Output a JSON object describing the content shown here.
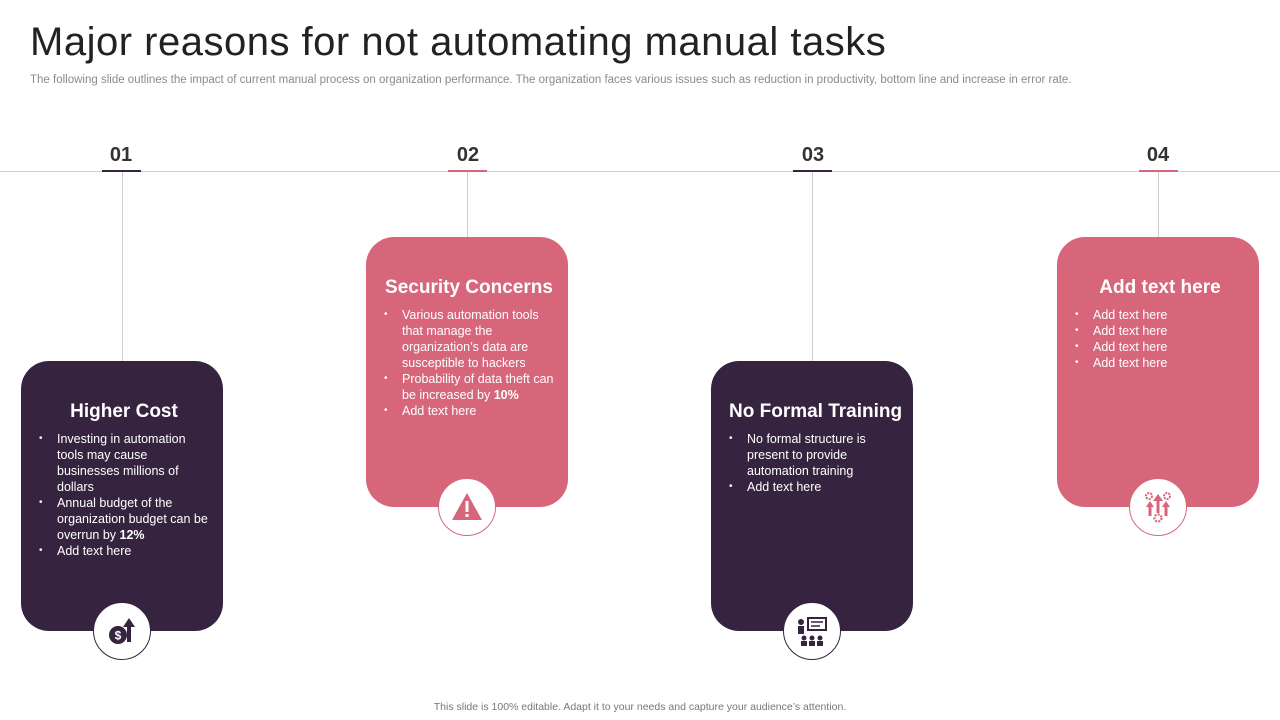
{
  "title": "Major reasons for not automating manual tasks",
  "subtitle": "The following slide outlines the impact of current manual process on organization performance. The organization faces various issues such as reduction in productivity, bottom line and increase in error rate.",
  "colors": {
    "dark": "#36233f",
    "pink": "#d8667a",
    "line": "#cfcfcf"
  },
  "steps": [
    {
      "number": "01",
      "title": "Higher Cost",
      "icon": "dollar-growth-icon",
      "bullets": [
        {
          "text": "Investing  in automation tools may cause businesses millions of dollars",
          "bold": ""
        },
        {
          "text": "Annual budget of the organization  budget can be overrun  by ",
          "bold": "12%"
        },
        {
          "text": "Add text here",
          "bold": ""
        }
      ]
    },
    {
      "number": "02",
      "title": "Security Concerns",
      "icon": "warning-icon",
      "bullets": [
        {
          "text": "Various automation tools that manage the organization’s data are susceptible to hackers",
          "bold": ""
        },
        {
          "text": "Probability of data theft can be increased by ",
          "bold": "10%"
        },
        {
          "text": "Add text here",
          "bold": ""
        }
      ]
    },
    {
      "number": "03",
      "title": "No Formal Training",
      "icon": "training-presentation-icon",
      "bullets": [
        {
          "text": "No formal structure is present to provide automation training",
          "bold": ""
        },
        {
          "text": "Add text here",
          "bold": ""
        }
      ]
    },
    {
      "number": "04",
      "title": "Add text here",
      "icon": "gears-arrows-icon",
      "bullets": [
        {
          "text": "Add text here",
          "bold": ""
        },
        {
          "text": "Add text here",
          "bold": ""
        },
        {
          "text": "Add text here",
          "bold": ""
        },
        {
          "text": "Add text here",
          "bold": ""
        }
      ]
    }
  ],
  "footer": "This slide is 100% editable.  Adapt it to your needs and capture your audience’s attention."
}
